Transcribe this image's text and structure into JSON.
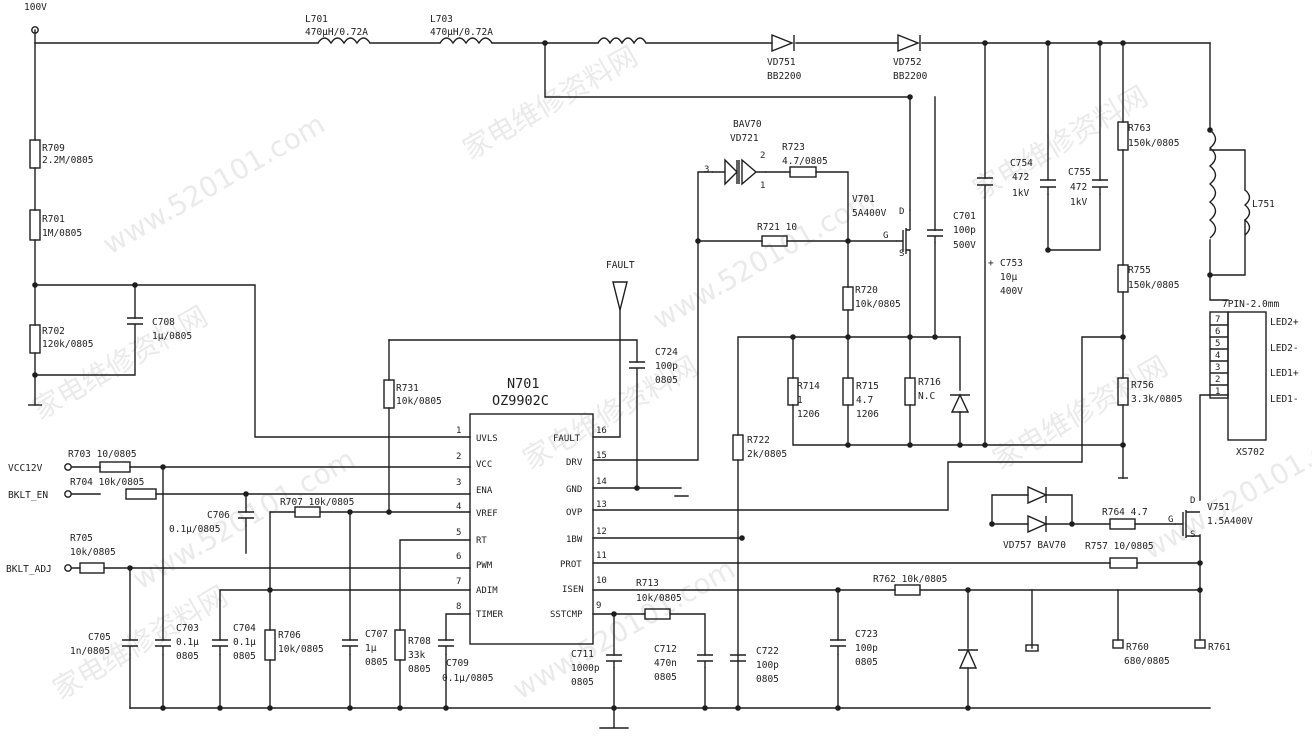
{
  "nets": {
    "v100": "100V",
    "vcc12": "VCC12V",
    "bklt_en": "BKLT_EN",
    "bklt_adj": "BKLT_ADJ",
    "fault": "FAULT"
  },
  "ic": {
    "ref": "N701",
    "part": "OZ9902C",
    "left_pins": [
      {
        "num": "1",
        "name": "UVLS"
      },
      {
        "num": "2",
        "name": "VCC"
      },
      {
        "num": "3",
        "name": "ENA"
      },
      {
        "num": "4",
        "name": "VREF"
      },
      {
        "num": "5",
        "name": "RT"
      },
      {
        "num": "6",
        "name": "PWM"
      },
      {
        "num": "7",
        "name": "ADIM"
      },
      {
        "num": "8",
        "name": "TIMER"
      }
    ],
    "right_pins": [
      {
        "num": "16",
        "name": "FAULT"
      },
      {
        "num": "15",
        "name": "DRV"
      },
      {
        "num": "14",
        "name": "GND"
      },
      {
        "num": "13",
        "name": "OVP"
      },
      {
        "num": "12",
        "name": "1BW"
      },
      {
        "num": "11",
        "name": "PROT"
      },
      {
        "num": "10",
        "name": "ISEN"
      },
      {
        "num": "9",
        "name": "SSTCMP"
      }
    ]
  },
  "inductors": {
    "L701": {
      "ref": "L701",
      "value": "470μH/0.72A"
    },
    "L703": {
      "ref": "L703",
      "value": "470μH/0.72A"
    },
    "L751": {
      "ref": "L751"
    }
  },
  "resistors": {
    "R709": {
      "ref": "R709",
      "value": "2.2M/0805"
    },
    "R701": {
      "ref": "R701",
      "value": "1M/0805"
    },
    "R702": {
      "ref": "R702",
      "value": "120k/0805"
    },
    "R731": {
      "ref": "R731",
      "value": "10k/0805"
    },
    "R703": {
      "label": "R703 10/0805"
    },
    "R704": {
      "label": "R704 10k/0805"
    },
    "R707": {
      "label": "R707 10k/0805"
    },
    "R705": {
      "ref": "R705",
      "value": "10k/0805"
    },
    "R706": {
      "ref": "R706",
      "value": "10k/0805"
    },
    "R708": {
      "ref": "R708",
      "value": "33k",
      "pkg": "0805"
    },
    "R723": {
      "ref": "R723",
      "value": "4.7/0805"
    },
    "R721": {
      "label": "R721 10"
    },
    "R720": {
      "ref": "R720",
      "value": "10k/0805"
    },
    "R714": {
      "ref": "R714",
      "value": "1",
      "pkg": "1206"
    },
    "R715": {
      "ref": "R715",
      "value": "4.7",
      "pkg": "1206"
    },
    "R716": {
      "ref": "R716",
      "value": "N.C"
    },
    "R722": {
      "ref": "R722",
      "value": "2k/0805"
    },
    "R713": {
      "ref": "R713",
      "value": "10k/0805"
    },
    "R763": {
      "ref": "R763",
      "value": "150k/0805"
    },
    "R755": {
      "ref": "R755",
      "value": "150k/0805"
    },
    "R756": {
      "ref": "R756",
      "value": "3.3k/0805"
    },
    "R764": {
      "label": "R764 4.7"
    },
    "R757": {
      "label": "R757 10/0805"
    },
    "R762": {
      "label": "R762 10k/0805"
    },
    "R760": {
      "ref": "R760",
      "value": "680/0805"
    },
    "R761": {
      "ref": "R761"
    }
  },
  "capacitors": {
    "C708": {
      "ref": "C708",
      "value": "1μ/0805"
    },
    "C724": {
      "ref": "C724",
      "value": "100p",
      "pkg": "0805"
    },
    "C706": {
      "ref": "C706",
      "value": "0.1μ/0805"
    },
    "C705": {
      "ref": "C705",
      "value": "1n/0805"
    },
    "C703": {
      "ref": "C703",
      "value": "0.1μ",
      "pkg": "0805"
    },
    "C704": {
      "ref": "C704",
      "value": "0.1μ",
      "pkg": "0805"
    },
    "C707": {
      "ref": "C707",
      "value": "1μ",
      "pkg": "0805"
    },
    "C709": {
      "ref": "C709",
      "value": "0.1μ/0805"
    },
    "C711": {
      "ref": "C711",
      "value": "1000p",
      "pkg": "0805"
    },
    "C712": {
      "ref": "C712",
      "value": "470n",
      "pkg": "0805"
    },
    "C722": {
      "ref": "C722",
      "value": "100p",
      "pkg": "0805"
    },
    "C723": {
      "ref": "C723",
      "value": "100p",
      "pkg": "0805"
    },
    "C701": {
      "ref": "C701",
      "value": "100p",
      "rating": "500V"
    },
    "C753": {
      "ref": "C753",
      "value": "10μ",
      "rating": "400V"
    },
    "C754": {
      "ref": "C754",
      "value": "472",
      "rating": "1kV"
    },
    "C755": {
      "ref": "C755",
      "value": "472",
      "rating": "1kV"
    }
  },
  "diodes": {
    "VD751": {
      "ref": "VD751",
      "part": "BB2200"
    },
    "VD752": {
      "ref": "VD752",
      "part": "BB2200"
    },
    "VD721": {
      "ref": "VD721",
      "part": "BAV70"
    },
    "VD757": {
      "label": "VD757 BAV70"
    }
  },
  "mosfets": {
    "V701": {
      "ref": "V701",
      "value": "5A400V"
    },
    "V751": {
      "ref": "V751",
      "value": "1.5A400V"
    }
  },
  "connector": {
    "ref": "XS702",
    "type": "7PIN-2.0mm",
    "pins": [
      "7",
      "6",
      "5",
      "4",
      "3",
      "2",
      "1"
    ],
    "labels": [
      "LED2+",
      "LED2-",
      "LED1+",
      "LED1-"
    ]
  },
  "pin_letters": {
    "d": "D",
    "g": "G",
    "s": "S"
  },
  "watermarks": {
    "text_cn": "家电维修资料网",
    "text_url": "www.520101.com"
  }
}
